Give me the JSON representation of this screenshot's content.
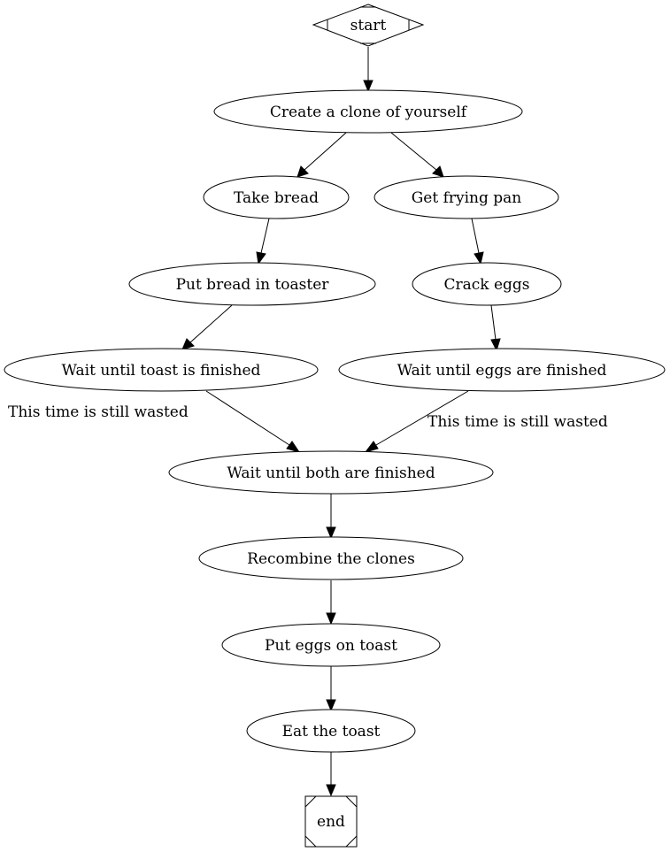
{
  "nodes": {
    "start": "start",
    "clone": "Create a clone of yourself",
    "take_bread": "Take bread",
    "get_pan": "Get frying pan",
    "put_bread": "Put bread in toaster",
    "crack_eggs": "Crack eggs",
    "wait_toast": "Wait until toast is finished",
    "wait_eggs": "Wait until eggs are finished",
    "wait_both": "Wait until both are finished",
    "recombine": "Recombine the clones",
    "put_eggs": "Put eggs on toast",
    "eat": "Eat the toast",
    "end": "end"
  },
  "edge_labels": {
    "toast_wasted": "This time is still wasted",
    "eggs_wasted": "This time is still wasted"
  }
}
